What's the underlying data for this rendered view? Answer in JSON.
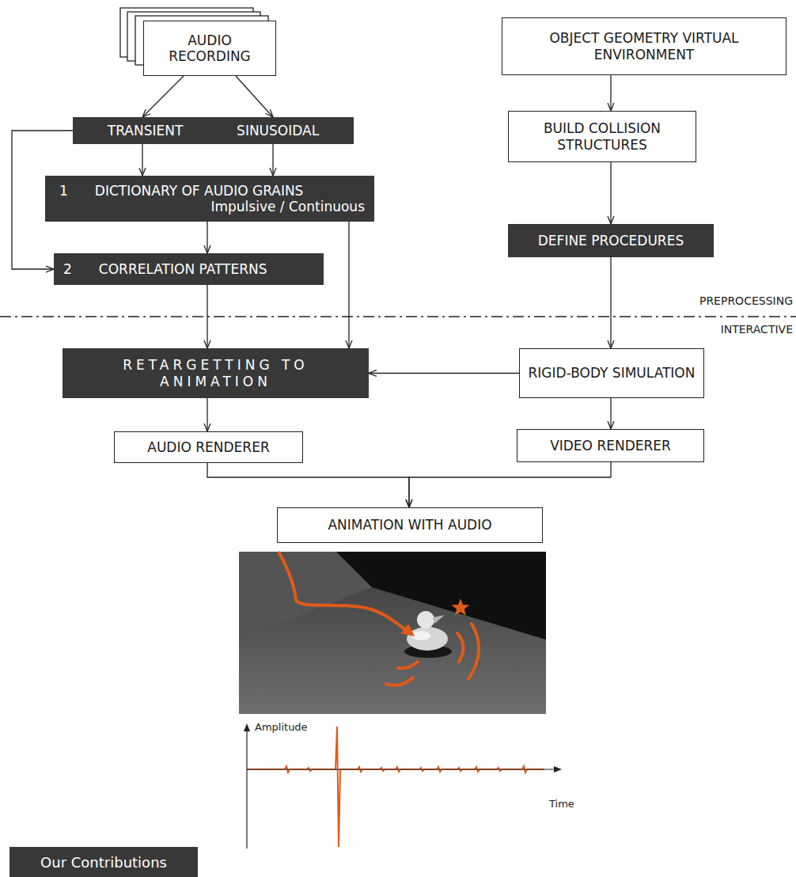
{
  "diagram": {
    "nodes": [
      {
        "text": [
          "AUDIO RECORDING"
        ]
      },
      {
        "text": [
          "TRANSIENT",
          "SINUSOIDAL"
        ]
      },
      {
        "text": [
          "1",
          "DICTIONARY OF AUDIO GRAINS",
          "Impulsive / Continuous"
        ]
      },
      {
        "text": [
          "2",
          "CORRELATION PATTERNS"
        ]
      },
      {
        "text": [
          "OBJECT GEOMETRY VIRTUAL ENVIRONMENT"
        ]
      },
      {
        "text": [
          "BUILD COLLISION STRUCTURES"
        ]
      },
      {
        "text": [
          "DEFINE PROCEDURES"
        ]
      },
      {
        "text": [
          "RETARGETTING TO ANIMATION"
        ]
      },
      {
        "text": [
          "RIGID-BODY SIMULATION"
        ]
      },
      {
        "text": [
          "AUDIO RENDERER"
        ]
      },
      {
        "text": [
          "VIDEO RENDERER"
        ]
      },
      {
        "text": [
          "ANIMATION WITH AUDIO"
        ]
      }
    ],
    "edges": [
      {
        "from": 0,
        "to": 1,
        "arrow": "to"
      },
      {
        "from": 0,
        "to": 1,
        "arrow": "to"
      },
      {
        "from": 1,
        "to": 2,
        "arrow": "to"
      },
      {
        "from": 1,
        "to": 2,
        "arrow": "to"
      },
      {
        "from": 1,
        "to": 3,
        "arrow": "to"
      },
      {
        "from": 2,
        "to": 3,
        "arrow": "to"
      },
      {
        "from": 2,
        "to": 7,
        "arrow": "to"
      },
      {
        "from": 3,
        "to": 7,
        "arrow": "to"
      },
      {
        "from": 4,
        "to": 5,
        "arrow": "to"
      },
      {
        "from": 5,
        "to": 6,
        "arrow": "to"
      },
      {
        "from": 6,
        "to": 8,
        "arrow": "to"
      },
      {
        "from": 8,
        "to": 7,
        "arrow": "to"
      },
      {
        "from": 7,
        "to": 9,
        "arrow": "to"
      },
      {
        "from": 8,
        "to": 10,
        "arrow": "to"
      },
      {
        "from": 9,
        "to": 11,
        "arrow": "to"
      },
      {
        "from": 10,
        "to": 11,
        "arrow": "to"
      }
    ],
    "labels": [
      "PREPROCESSING",
      "INTERACTIVE",
      "Amplitude",
      "Time"
    ],
    "legend": [
      {
        "text": "Our Contributions",
        "color": "#383838"
      }
    ]
  }
}
